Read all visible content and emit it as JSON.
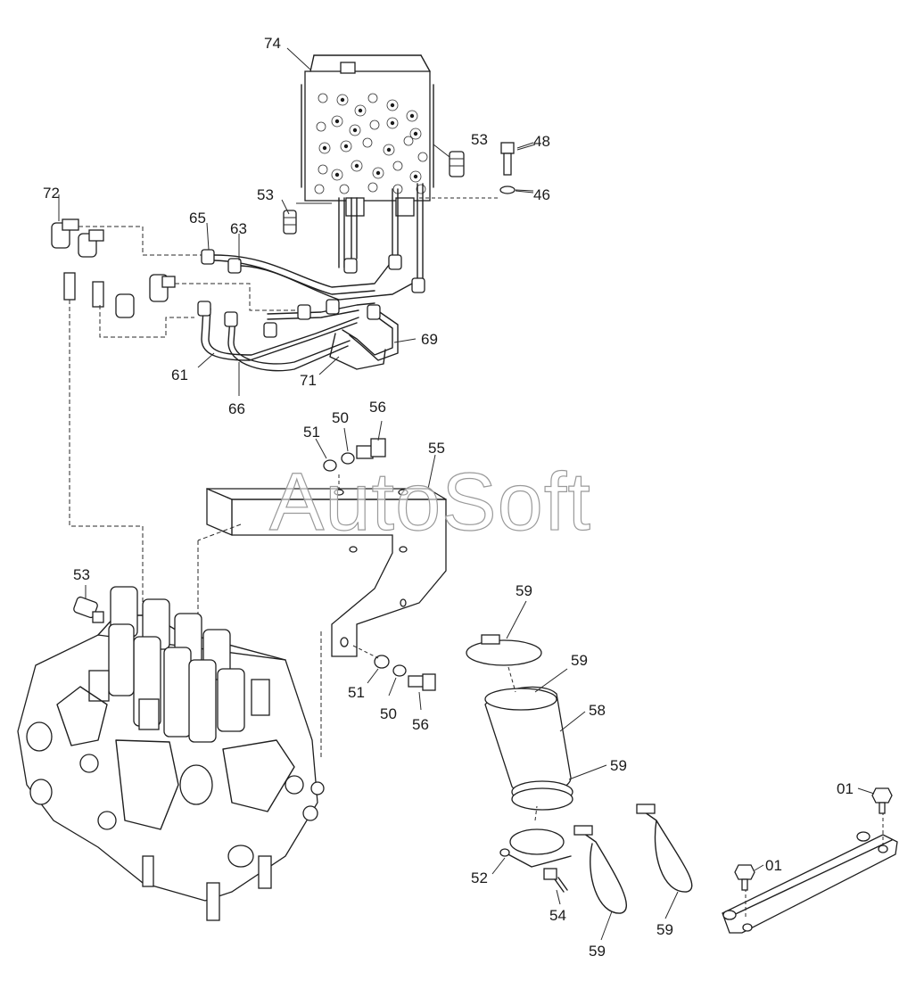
{
  "watermark": "AutoSoft",
  "callouts": {
    "c74": "74",
    "c53a": "53",
    "c48": "48",
    "c46": "46",
    "c53b": "53",
    "c72": "72",
    "c65": "65",
    "c63": "63",
    "c61": "61",
    "c66": "66",
    "c71": "71",
    "c69": "69",
    "c56a": "56",
    "c50a": "50",
    "c51a": "51",
    "c55": "55",
    "c53c": "53",
    "c51b": "51",
    "c50b": "50",
    "c56b": "56",
    "c59a": "59",
    "c59b": "59",
    "c58": "58",
    "c59c": "59",
    "c01a": "01",
    "c01b": "01",
    "c52": "52",
    "c54": "54",
    "c59d": "59",
    "c59e": "59"
  }
}
